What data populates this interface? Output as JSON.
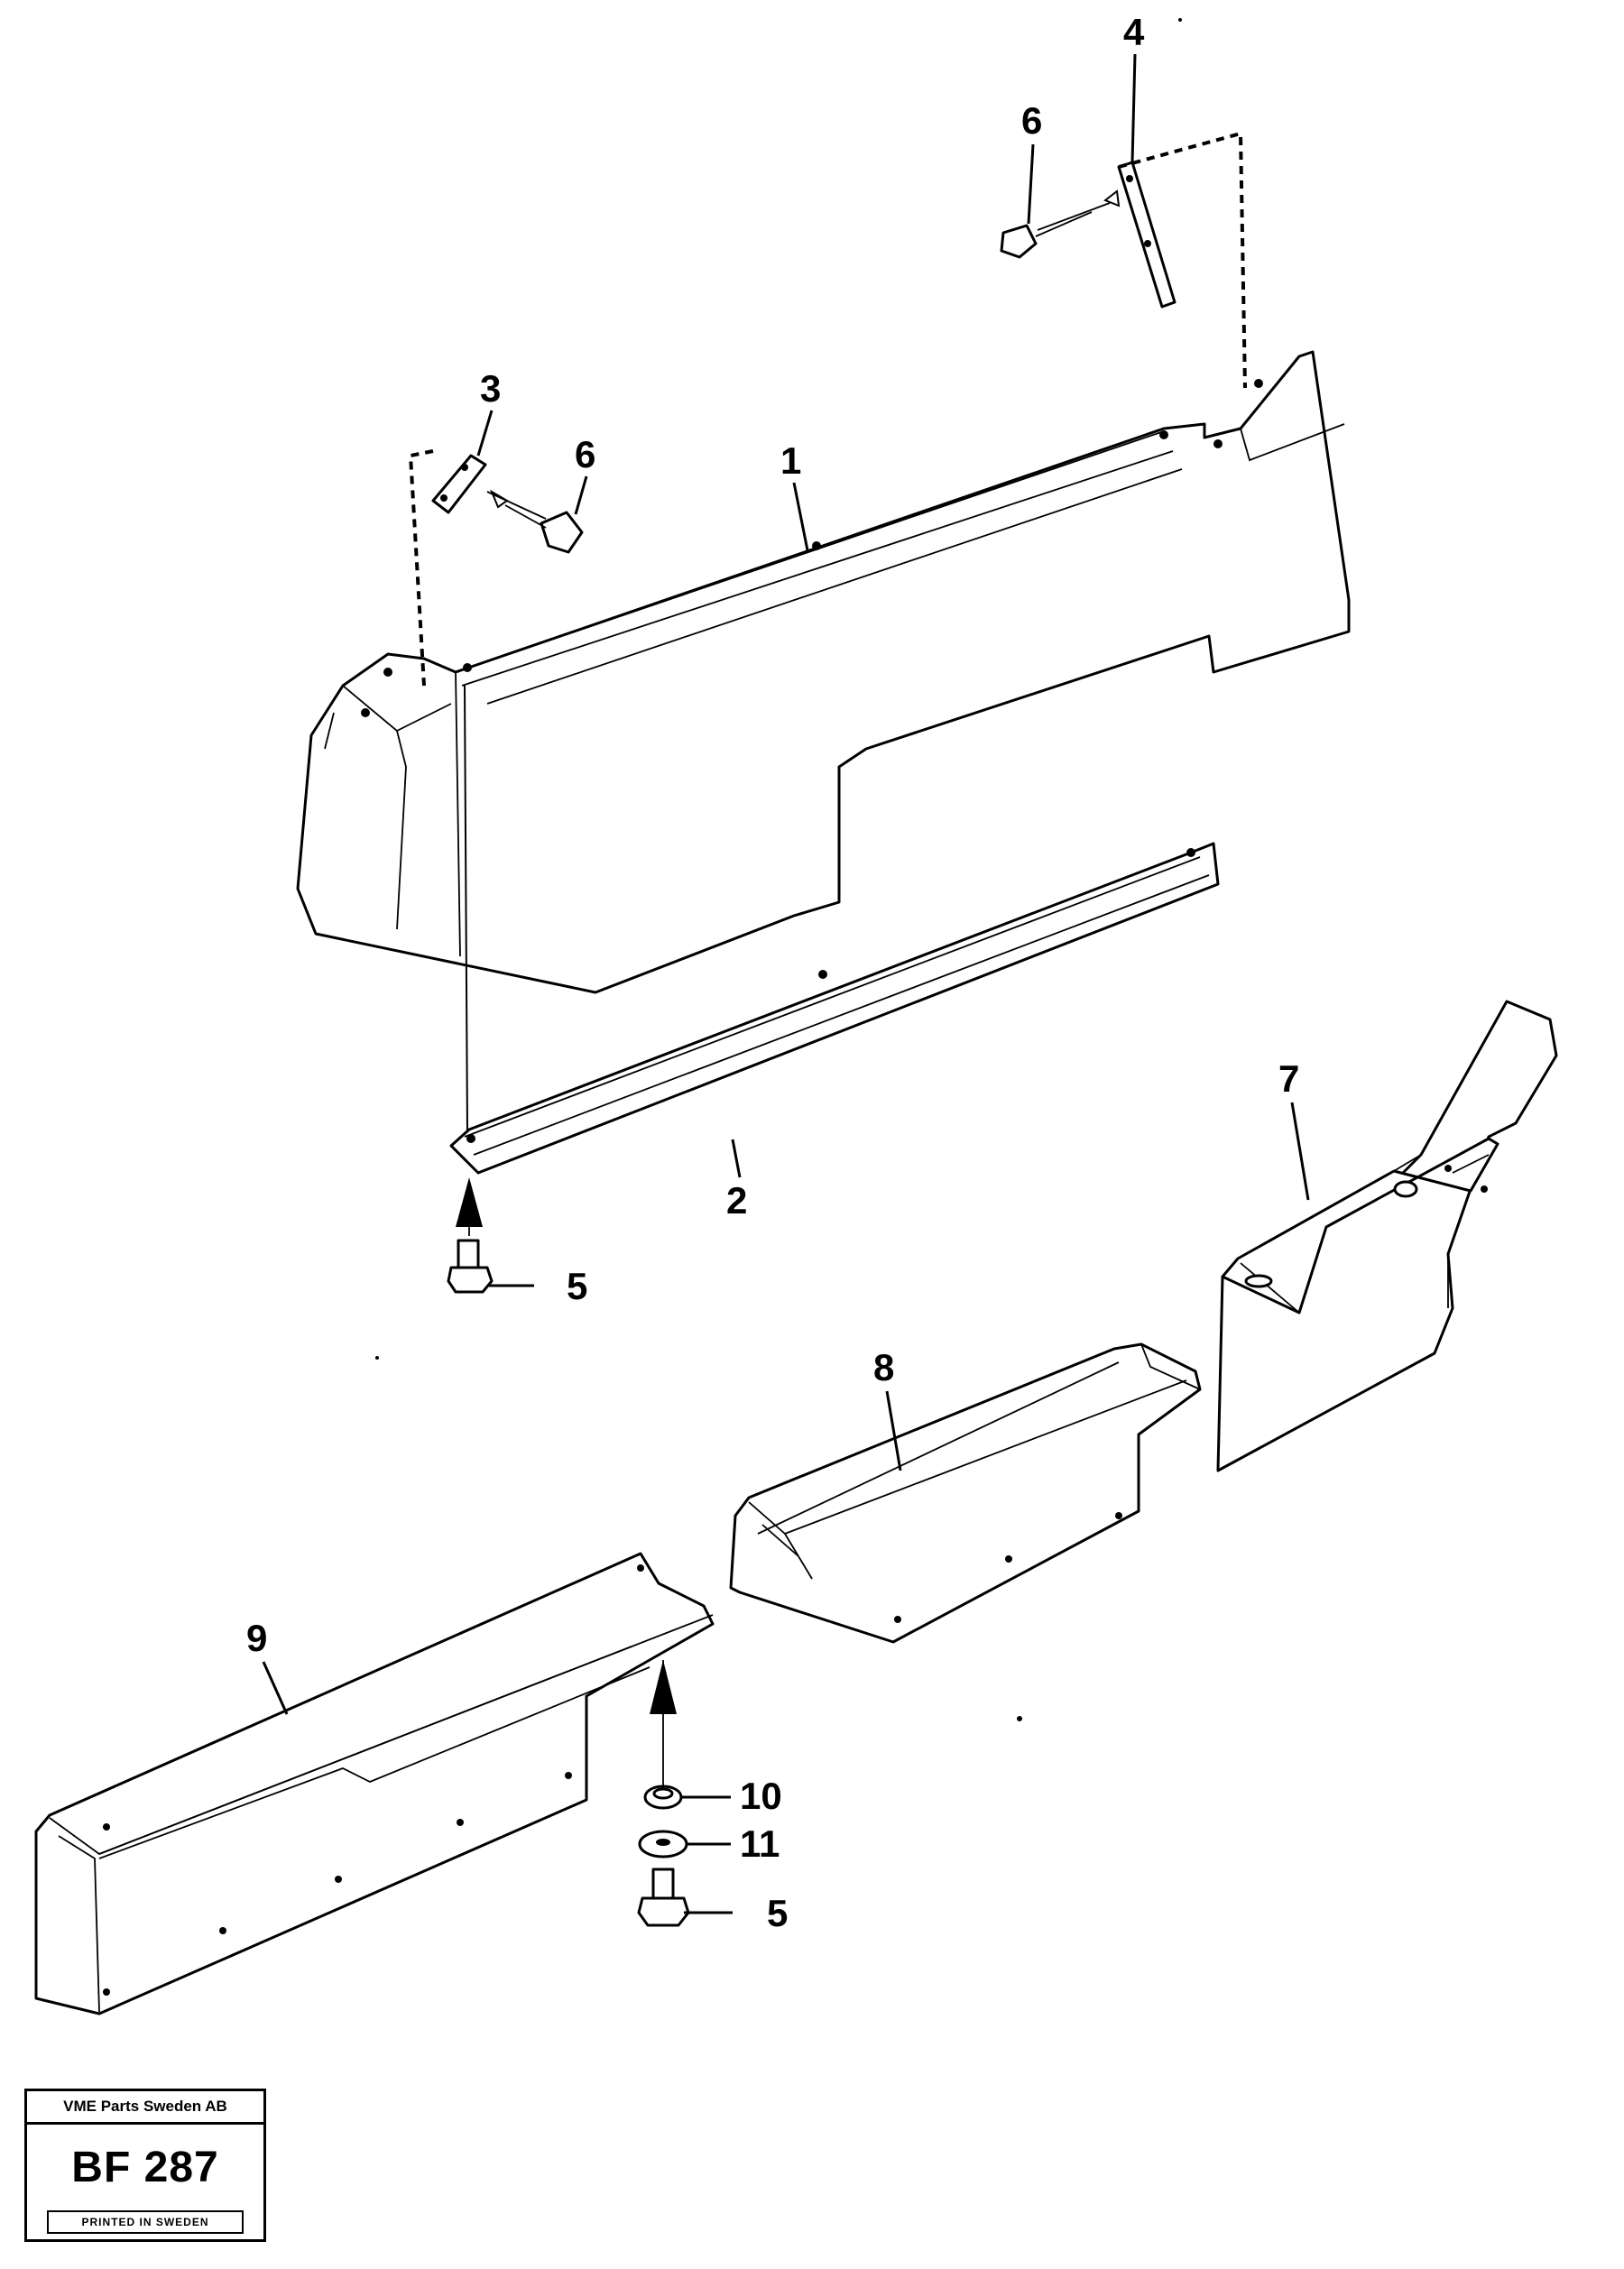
{
  "diagram": {
    "callouts": {
      "c1": "1",
      "c2": "2",
      "c3": "3",
      "c4": "4",
      "c5a": "5",
      "c5b": "5",
      "c6a": "6",
      "c6b": "6",
      "c7": "7",
      "c8": "8",
      "c9": "9",
      "c10": "10",
      "c11": "11"
    }
  },
  "stamp": {
    "company": "VME Parts Sweden AB",
    "code": "BF 287",
    "origin": "PRINTED IN SWEDEN"
  }
}
